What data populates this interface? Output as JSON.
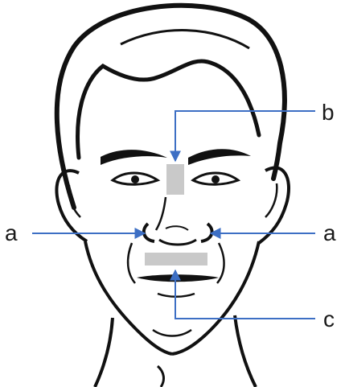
{
  "figure": {
    "labels": {
      "left_a": "a",
      "right_a": "a",
      "b": "b",
      "c": "c"
    },
    "colors": {
      "line": "#111111",
      "arrow": "#3d6fc4",
      "marker": "#c9c9c9",
      "background": "#ffffff"
    },
    "markers": [
      "bridge-of-nose-marker",
      "upper-lip-marker"
    ]
  }
}
